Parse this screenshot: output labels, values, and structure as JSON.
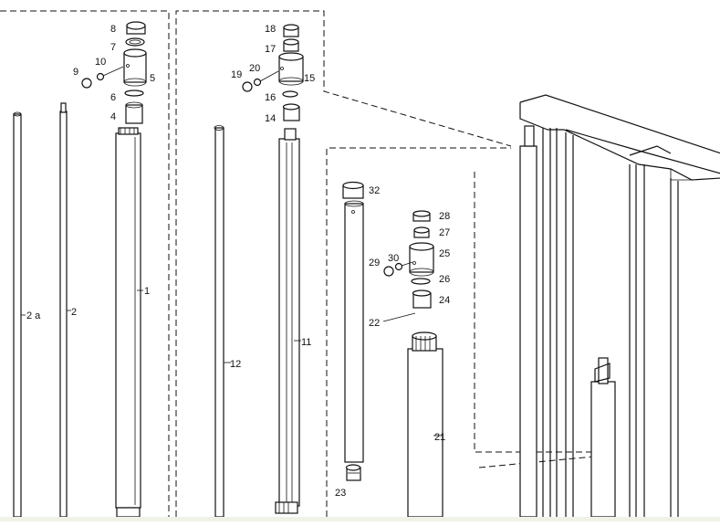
{
  "diagram": {
    "callouts": [
      {
        "id": "c8",
        "text": "8"
      },
      {
        "id": "c7",
        "text": "7"
      },
      {
        "id": "c10",
        "text": "10"
      },
      {
        "id": "c9",
        "text": "9"
      },
      {
        "id": "c5",
        "text": "5"
      },
      {
        "id": "c6",
        "text": "6"
      },
      {
        "id": "c4",
        "text": "4"
      },
      {
        "id": "c1",
        "text": "1"
      },
      {
        "id": "c2a",
        "text": "2 a"
      },
      {
        "id": "c2",
        "text": "2"
      },
      {
        "id": "c18",
        "text": "18"
      },
      {
        "id": "c17",
        "text": "17"
      },
      {
        "id": "c20",
        "text": "20"
      },
      {
        "id": "c19",
        "text": "19"
      },
      {
        "id": "c15",
        "text": "15"
      },
      {
        "id": "c16",
        "text": "16"
      },
      {
        "id": "c14",
        "text": "14"
      },
      {
        "id": "c11",
        "text": "11"
      },
      {
        "id": "c12",
        "text": "12"
      },
      {
        "id": "c32",
        "text": "32"
      },
      {
        "id": "c28",
        "text": "28"
      },
      {
        "id": "c27",
        "text": "27"
      },
      {
        "id": "c25",
        "text": "25"
      },
      {
        "id": "c30",
        "text": "30"
      },
      {
        "id": "c29",
        "text": "29"
      },
      {
        "id": "c26",
        "text": "26"
      },
      {
        "id": "c24",
        "text": "24"
      },
      {
        "id": "c22",
        "text": "22"
      },
      {
        "id": "c21",
        "text": "21"
      },
      {
        "id": "c23",
        "text": "23"
      }
    ]
  }
}
